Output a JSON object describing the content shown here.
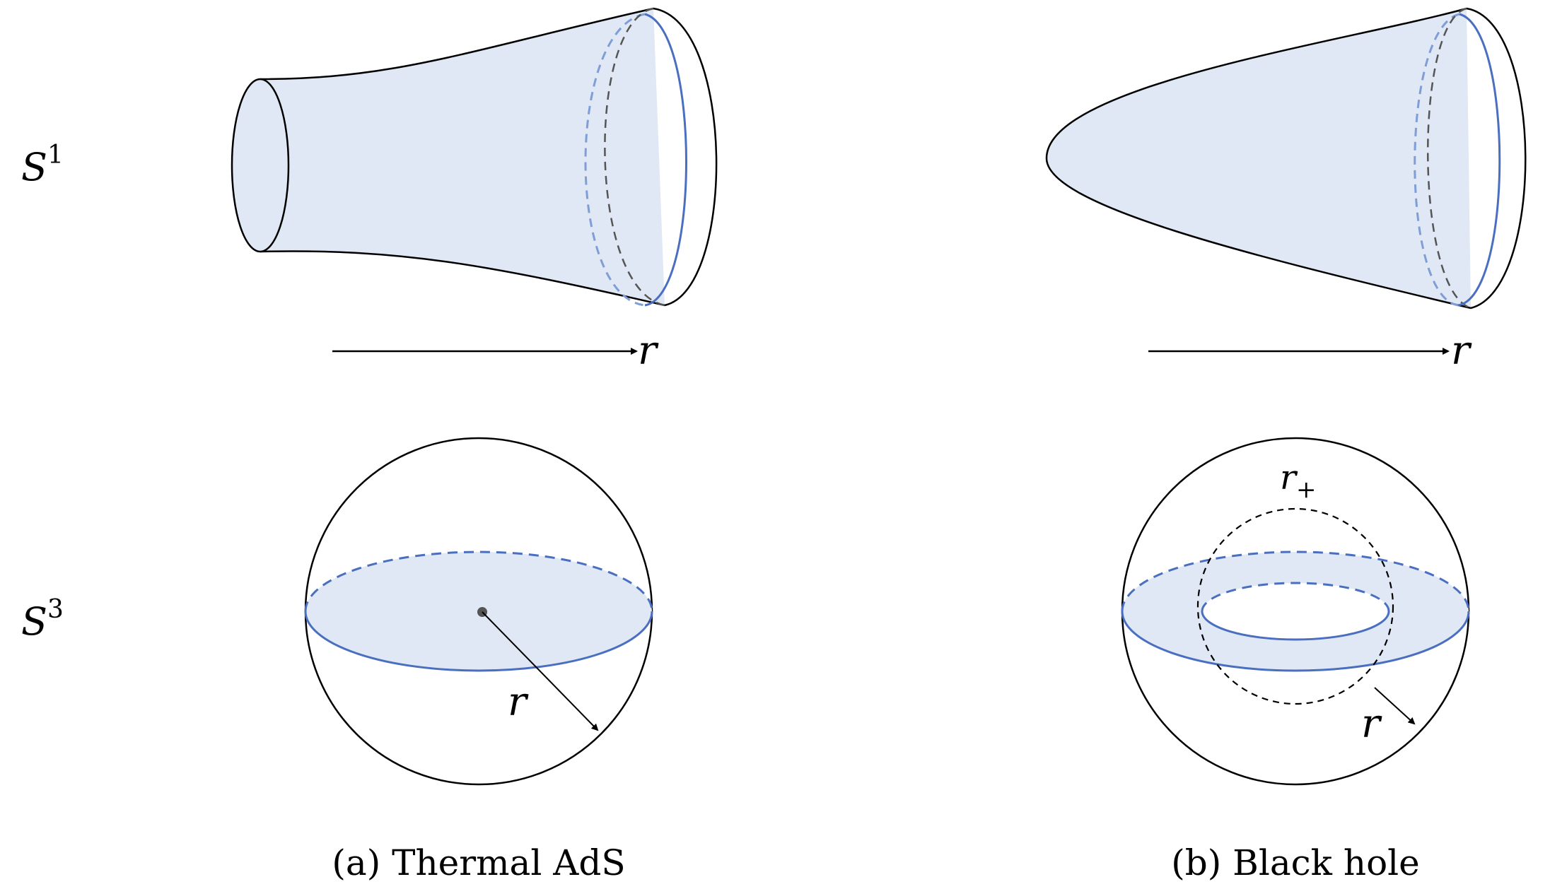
{
  "row_labels": {
    "s1": {
      "base": "S",
      "sup": "1"
    },
    "s3": {
      "base": "S",
      "sup": "3"
    }
  },
  "panel_a": {
    "caption": "(a) Thermal AdS",
    "axis_label": "r",
    "radius_label": "r"
  },
  "panel_b": {
    "caption": "(b) Black hole",
    "axis_label": "r",
    "radius_label": "r",
    "horizon_label": {
      "base": "r",
      "sub": "+"
    }
  },
  "colors": {
    "fill": "#dfe8f4",
    "accent": "#4a6fc0",
    "accent_light": "#7f9dd6",
    "stroke": "#000000",
    "dashed_gray": "#555555"
  }
}
